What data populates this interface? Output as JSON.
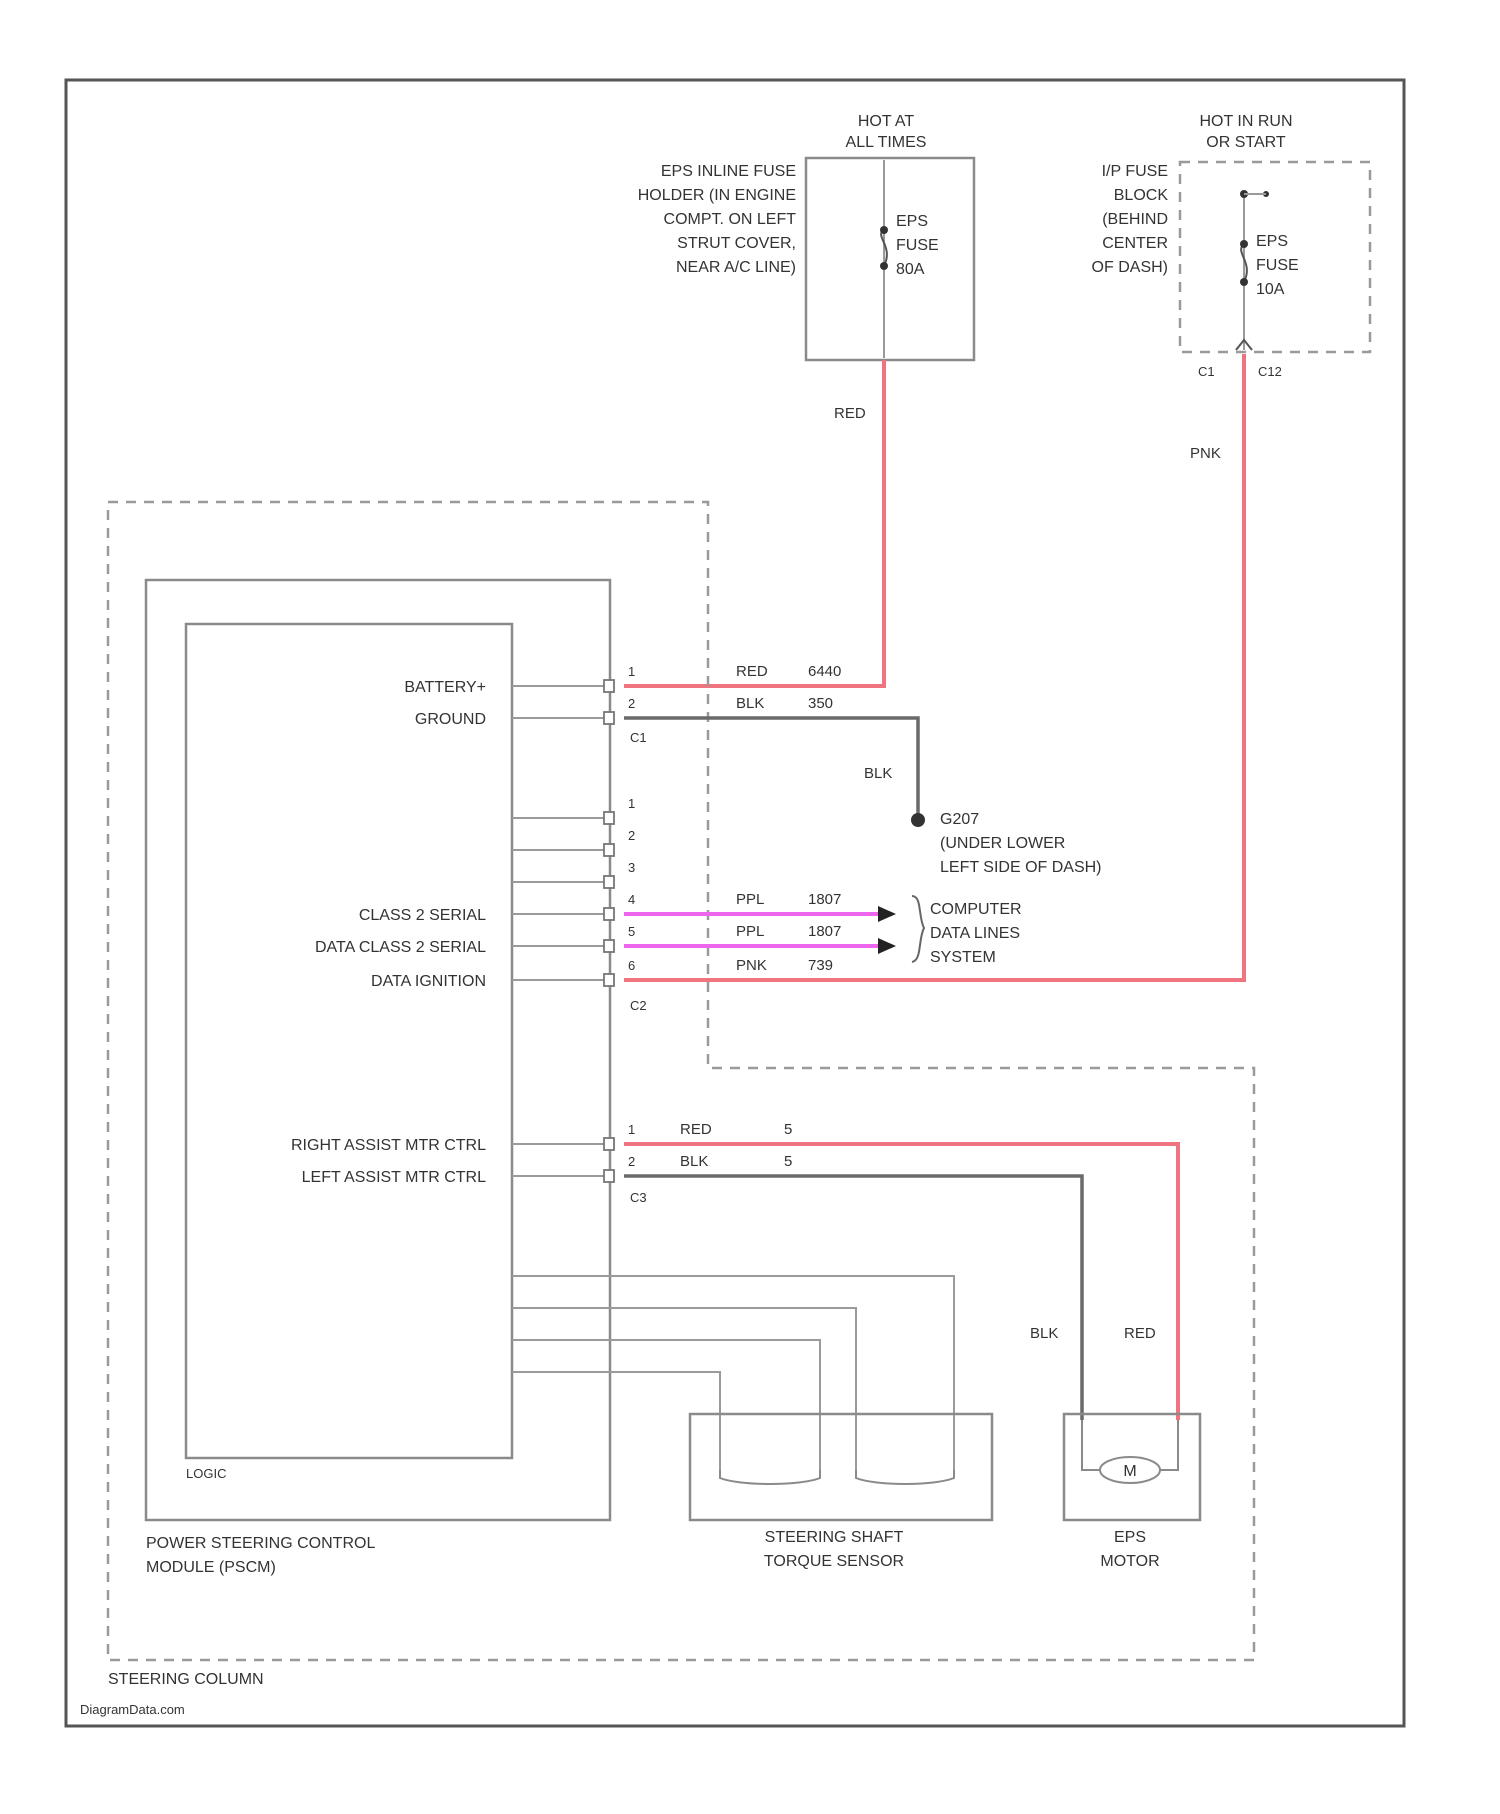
{
  "power_sources": {
    "always_hot": {
      "title": [
        "HOT AT",
        "ALL TIMES"
      ],
      "location": [
        "EPS INLINE FUSE",
        "HOLDER (IN ENGINE",
        "COMPT. ON LEFT",
        "STRUT COVER,",
        "NEAR A/C LINE)"
      ],
      "fuse": [
        "EPS",
        "FUSE",
        "80A"
      ]
    },
    "run_start": {
      "title": [
        "HOT IN RUN",
        "OR START"
      ],
      "location": [
        "I/P FUSE",
        "BLOCK",
        "(BEHIND",
        "CENTER",
        "OF DASH)"
      ],
      "fuse": [
        "EPS",
        "FUSE",
        "10A"
      ],
      "connectors": [
        "C1",
        "C12"
      ]
    }
  },
  "pscm": {
    "internal_label": "LOGIC",
    "name": [
      "POWER STEERING CONTROL",
      "MODULE (PSCM)"
    ],
    "c1": {
      "name": "C1",
      "pins": [
        {
          "pin": "1",
          "label": "BATTERY+"
        },
        {
          "pin": "2",
          "label": "GROUND"
        }
      ]
    },
    "c2": {
      "name": "C2",
      "pins": [
        {
          "pin": "1",
          "label": ""
        },
        {
          "pin": "2",
          "label": ""
        },
        {
          "pin": "3",
          "label": ""
        },
        {
          "pin": "4",
          "label": "CLASS 2 SERIAL"
        },
        {
          "pin": "5",
          "label": "DATA CLASS 2 SERIAL"
        },
        {
          "pin": "6",
          "label": "DATA IGNITION"
        }
      ]
    },
    "c3": {
      "name": "C3",
      "pins": [
        {
          "pin": "1",
          "label": "RIGHT ASSIST MTR CTRL"
        },
        {
          "pin": "2",
          "label": "LEFT ASSIST MTR CTRL"
        }
      ]
    }
  },
  "wires": {
    "battery_top": "RED",
    "battery": {
      "color": "RED",
      "circuit": "6440"
    },
    "ground": {
      "color": "BLK",
      "circuit": "350"
    },
    "ground_drop": "BLK",
    "serial1": {
      "color": "PPL",
      "circuit": "1807"
    },
    "serial2": {
      "color": "PPL",
      "circuit": "1807"
    },
    "ignition": {
      "color": "PNK",
      "circuit": "739"
    },
    "ignition_top": "PNK",
    "motor_right": {
      "color": "RED",
      "circuit": "5"
    },
    "motor_left": {
      "color": "BLK",
      "circuit": "5"
    },
    "motor_drop_left": "BLK",
    "motor_drop_right": "RED"
  },
  "ground_point": [
    "G207",
    "(UNDER LOWER",
    "LEFT SIDE OF DASH)"
  ],
  "data_system": [
    "COMPUTER",
    "DATA LINES",
    "SYSTEM"
  ],
  "torque_sensor": [
    "STEERING SHAFT",
    "TORQUE SENSOR"
  ],
  "eps_motor": {
    "symbol": "M",
    "name": [
      "EPS",
      "MOTOR"
    ]
  },
  "steering_column": "STEERING COLUMN",
  "watermark": "DiagramData.com"
}
